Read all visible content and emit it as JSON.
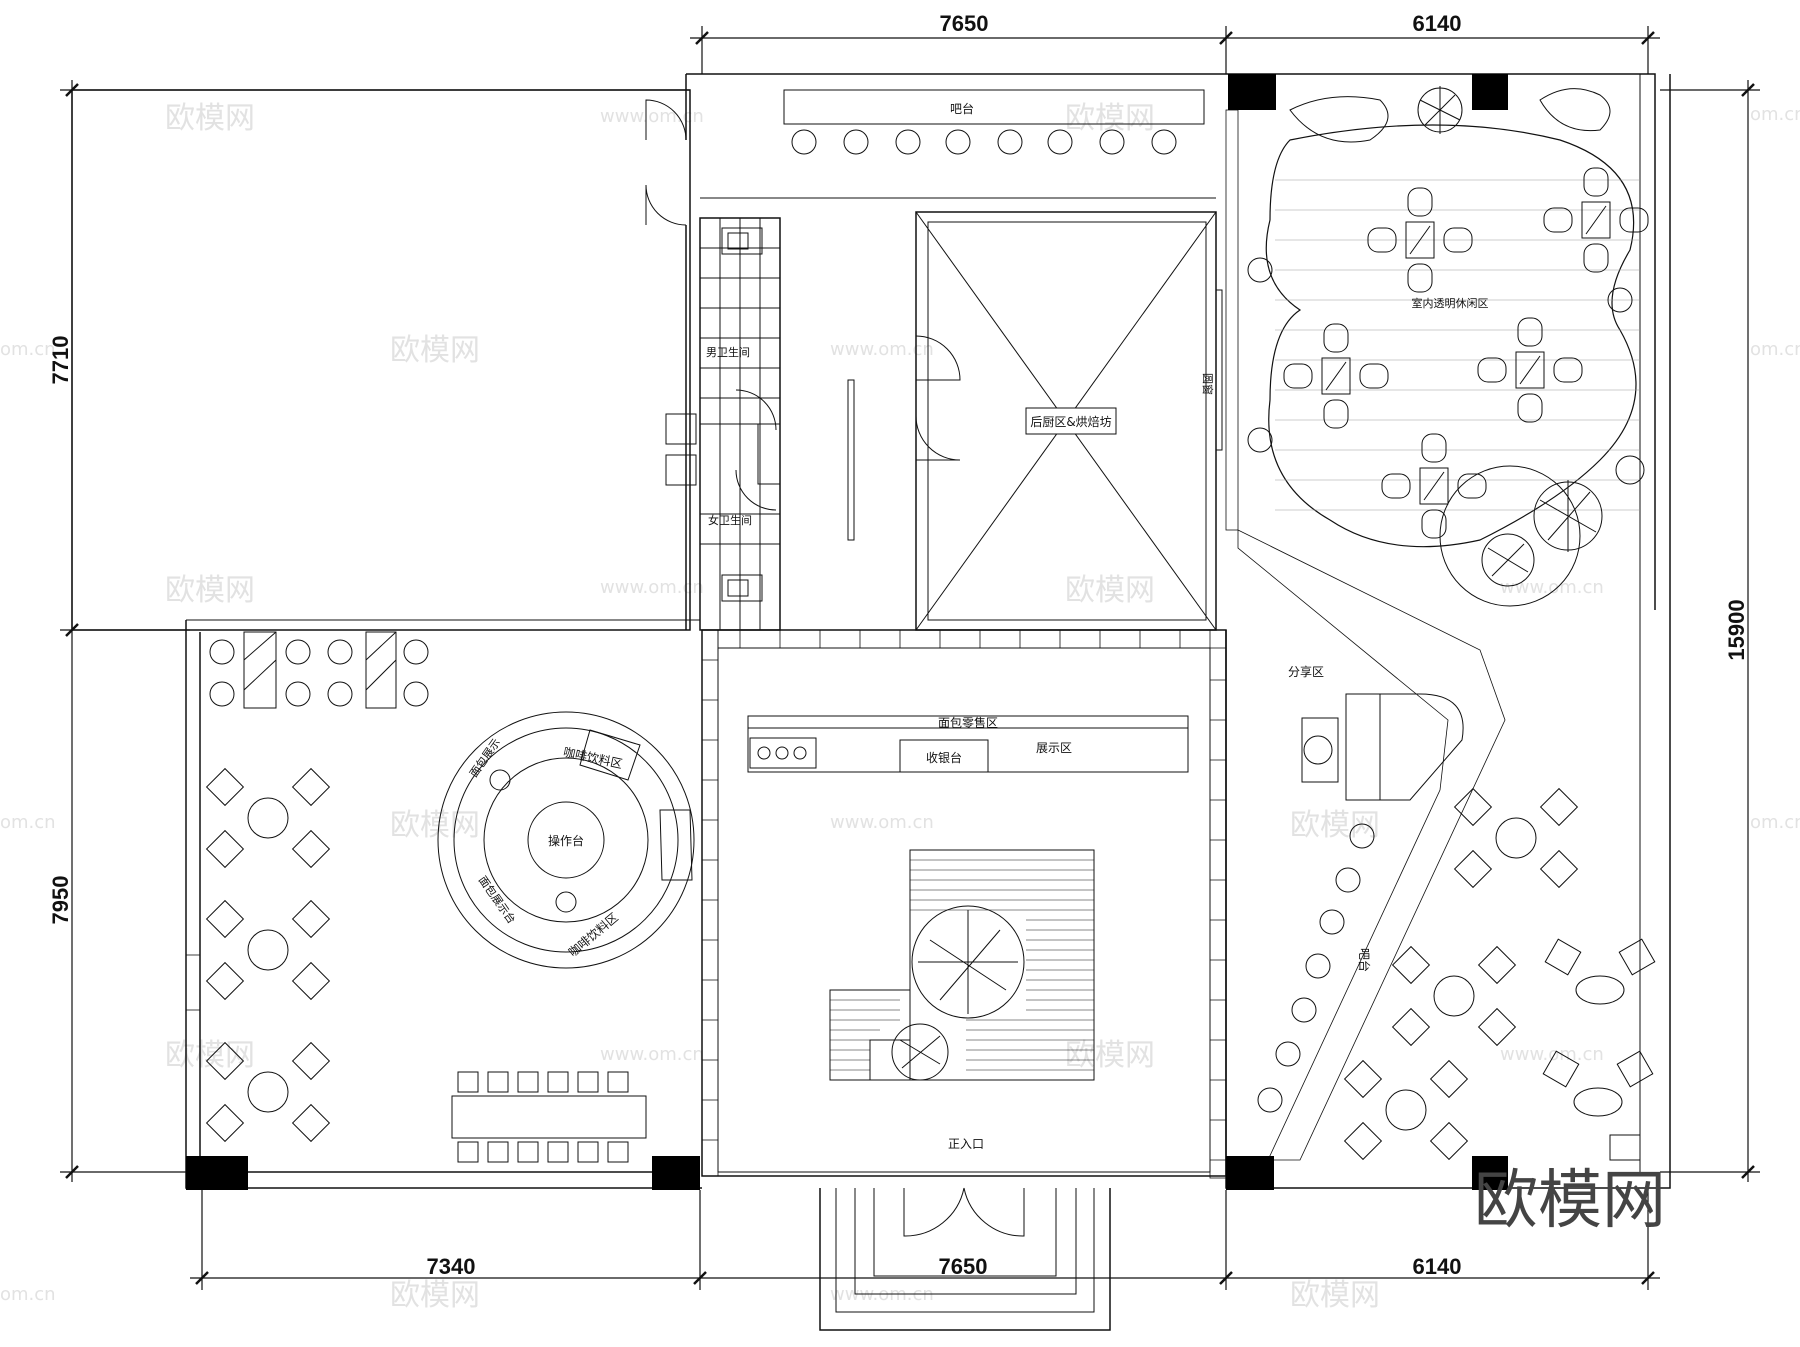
{
  "dimensions": {
    "top_left": "7650",
    "top_right": "6140",
    "bottom_left": "7340",
    "bottom_mid": "7650",
    "bottom_right": "6140",
    "left_upper": "7710",
    "left_lower": "7950",
    "right_total": "15900"
  },
  "rooms": {
    "bar_top": "吧台",
    "mens_restroom": "男卫生间",
    "womens_restroom": "女卫生间",
    "back_kitchen": "后厨区&烘焙坊",
    "round_window": "圆窗",
    "indoor_leisure": "室内透明休闲区",
    "bread_retail": "面包零售区",
    "cashier": "收银台",
    "display": "展示区",
    "coffee_drinks_1": "咖啡饮料区",
    "coffee_drinks_2": "咖啡饮料区",
    "bread_display_1": "面包展示",
    "bread_display_2": "面包展示台",
    "operation_table": "操作台",
    "share_area": "分享区",
    "bar_diagonal": "吧台",
    "main_entrance": "正入口"
  },
  "watermark": {
    "brand": "欧模网",
    "url": "www.om.cn",
    "domain": "om.cn"
  }
}
